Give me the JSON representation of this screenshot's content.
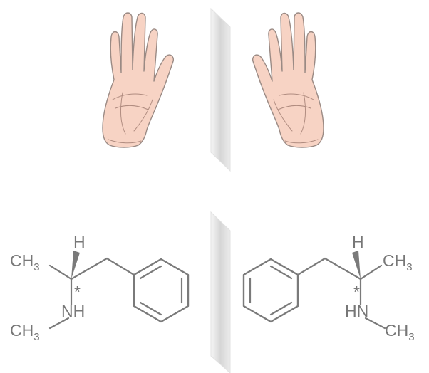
{
  "figure": {
    "left_molecule": {
      "methyl_top": {
        "main": "CH",
        "sub": "3"
      },
      "hydrogen": "H",
      "stereocenter": "*",
      "amine": "NH",
      "methyl_bottom": {
        "main": "CH",
        "sub": "3"
      }
    },
    "right_molecule": {
      "methyl_top": {
        "main": "CH",
        "sub": "3"
      },
      "hydrogen": "H",
      "stereocenter": "*",
      "amine": "HN",
      "methyl_bottom": {
        "main": "CH",
        "sub": "3"
      }
    },
    "icons": [
      "left-hand-icon",
      "right-hand-icon",
      "mirror-icon"
    ],
    "colors": {
      "skin": "#f7d3c4",
      "bond": "#7a7a7a",
      "mirror": "#d8d8d8"
    }
  }
}
